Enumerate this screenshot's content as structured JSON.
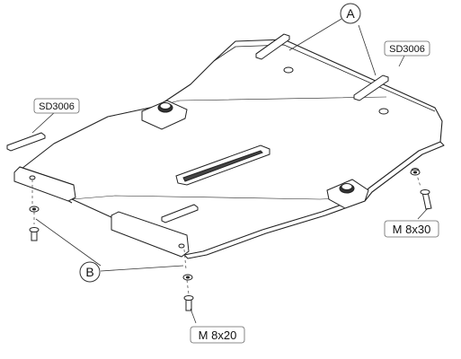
{
  "callouts": {
    "a": "A",
    "b": "B"
  },
  "part_labels": {
    "sd_left": "SD3006",
    "sd_right": "SD3006",
    "m8x30": "M 8x30",
    "m8x20": "M 8x20"
  }
}
